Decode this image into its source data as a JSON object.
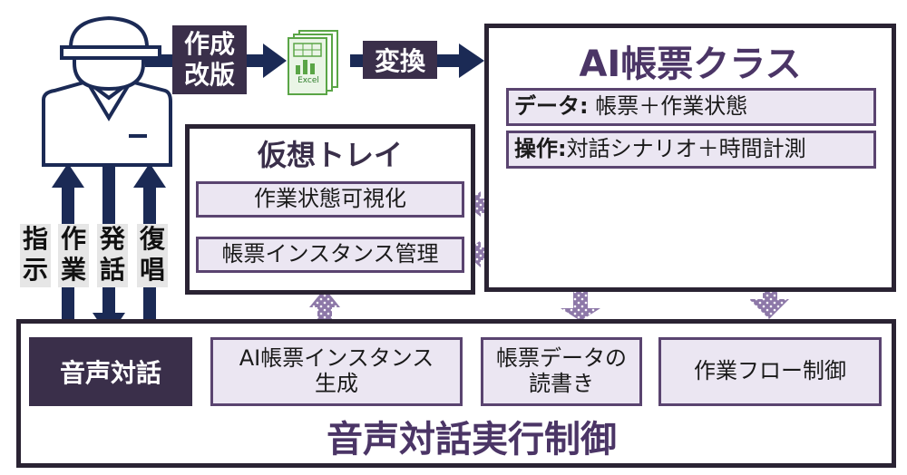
{
  "top_flow": {
    "edit_label": "作成\n改版",
    "excel_label": "Excel",
    "convert_label": "変換"
  },
  "ai_form_class": {
    "title": "AI帳票クラス",
    "data_prefix": "データ:",
    "data_value": " 帳票＋作業状態",
    "op_prefix": "操作:",
    "op_value": "対話シナリオ＋時間計測"
  },
  "virtual_tray": {
    "title": "仮想トレイ",
    "items": [
      "作業状態可視化",
      "帳票インスタンス管理"
    ]
  },
  "voice_arrows": {
    "labels": [
      "指示",
      "作業",
      "発話",
      "復唱"
    ]
  },
  "voice_dialog": {
    "label": "音声対話"
  },
  "execution": {
    "title": "音声対話実行制御",
    "boxes": [
      "AI帳票インスタンス\n生成",
      "帳票データの\n読書き",
      "作業フロー制御"
    ]
  },
  "colors": {
    "navy": "#1b2a55",
    "dark_purple": "#3a2f4a",
    "purple": "#8d78a8",
    "light_purple": "#ebe6f2",
    "excel_green": "#5aa546"
  },
  "icons": [
    "worker-icon",
    "excel-file-icon"
  ]
}
